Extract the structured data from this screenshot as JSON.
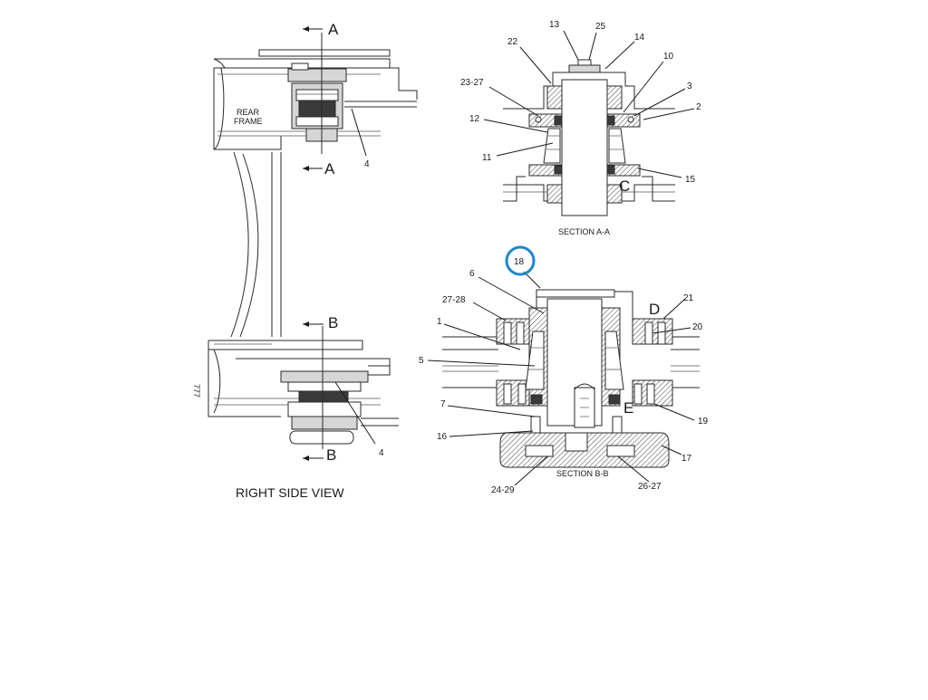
{
  "side_view": {
    "title": "RIGHT SIDE VIEW",
    "frame_label_line1": "REAR",
    "frame_label_line2": "FRAME",
    "marker_text": "777",
    "section_mark_a": "A",
    "section_mark_b": "B",
    "callout_upper": "4",
    "callout_lower": "4"
  },
  "section_aa": {
    "caption": "SECTION A-A",
    "detail_letter": "C",
    "callouts": {
      "c13": "13",
      "c25": "25",
      "c22": "22",
      "c14": "14",
      "c10": "10",
      "c23_27": "23-27",
      "c3": "3",
      "c2": "2",
      "c12": "12",
      "c11": "11",
      "c15": "15"
    }
  },
  "section_bb": {
    "caption": "SECTION B-B",
    "detail_letter_d": "D",
    "detail_letter_e": "E",
    "highlighted_callout": "18",
    "highlight_color": "#1e88c8",
    "callouts": {
      "c6": "6",
      "c27_28": "27-28",
      "c21": "21",
      "c20": "20",
      "c1": "1",
      "c5": "5",
      "c7": "7",
      "c19": "19",
      "c16": "16",
      "c17": "17",
      "c24_29": "24-29",
      "c26_27": "26-27"
    }
  }
}
